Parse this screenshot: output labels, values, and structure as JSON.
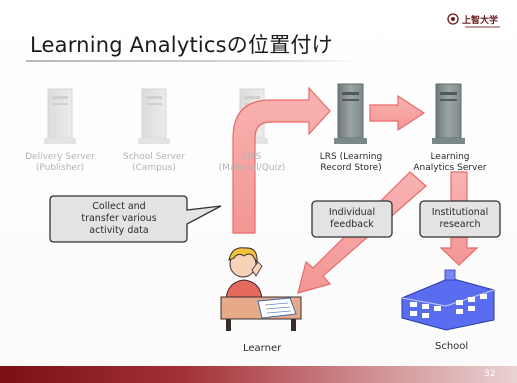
{
  "slide": {
    "title": "Learning Analyticsの位置付け",
    "logo_text": "上智大学",
    "page_number": "32"
  },
  "servers": [
    {
      "id": "delivery",
      "line1": "Delivery Server",
      "line2": "(Publisher)",
      "faded": true
    },
    {
      "id": "school",
      "line1": "School Server",
      "line2": "(Campus)",
      "faded": true
    },
    {
      "id": "lms",
      "line1": "LMS",
      "line2": "(Material/Quiz)",
      "faded": true
    },
    {
      "id": "lrs",
      "line1": "LRS (Learning",
      "line2": "Record Store)",
      "faded": false
    },
    {
      "id": "analytics",
      "line1": "Learning",
      "line2": "Analytics Server",
      "faded": false
    }
  ],
  "callouts": {
    "collect": [
      "Collect and",
      "transfer various",
      "activity data"
    ],
    "individual": [
      "Individual",
      "feedback"
    ],
    "institutional": [
      "Institutional",
      "research"
    ]
  },
  "actors": {
    "learner": "Learner",
    "school": "School"
  },
  "colors": {
    "arrow_fill": "#f6a4a2",
    "arrow_stroke": "#ea6563",
    "callout_fill": "#e3e3e3",
    "footer": "#8a1c22",
    "building": "#5a6df0"
  }
}
